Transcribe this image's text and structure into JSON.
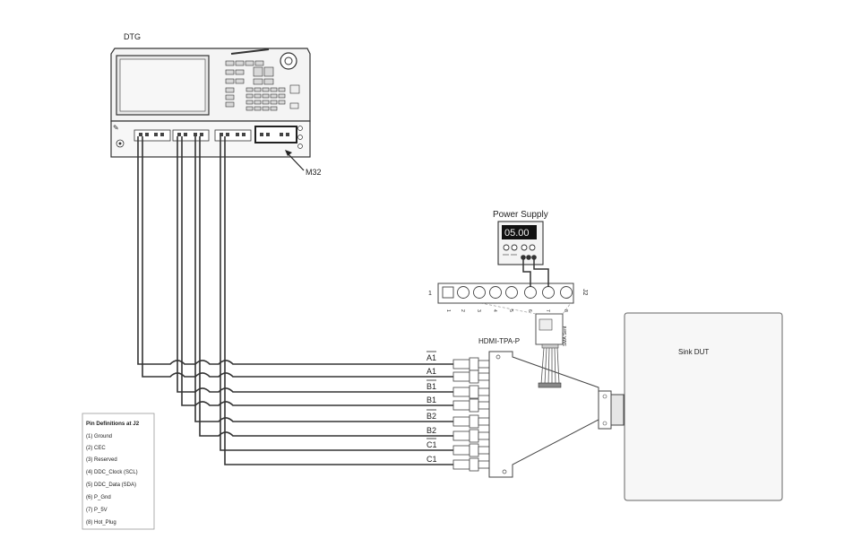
{
  "dtg_label": "DTG",
  "m32_label": "M32",
  "power_supply": {
    "title": "Power Supply",
    "display": "05.00"
  },
  "fixture_label": "HDMI-TPA-P",
  "sink_label": "Sink DUT",
  "j2_label": "J2",
  "j2_pin1_marker": "1",
  "j2_pin_numbers": [
    "1",
    "2",
    "3",
    "4",
    "5",
    "6",
    "7",
    "8"
  ],
  "board_label": "SMA Sent",
  "channels": [
    {
      "label": "A1",
      "overline": true
    },
    {
      "label": "A1",
      "overline": false
    },
    {
      "label": "B1",
      "overline": true
    },
    {
      "label": "B1",
      "overline": false
    },
    {
      "label": "B2",
      "overline": true
    },
    {
      "label": "B2",
      "overline": false
    },
    {
      "label": "C1",
      "overline": true
    },
    {
      "label": "C1",
      "overline": false
    }
  ],
  "pin_definitions": {
    "title": "Pin Definitions at J2",
    "items": [
      "(1) Ground",
      "(2) CEC",
      "(3) Reserved",
      "(4) DDC_Clock (SCL)",
      "(5) DDC_Data (SDA)",
      "(6) P_Gnd",
      "(7) P_5V",
      "(8) Hot_Plug"
    ]
  }
}
